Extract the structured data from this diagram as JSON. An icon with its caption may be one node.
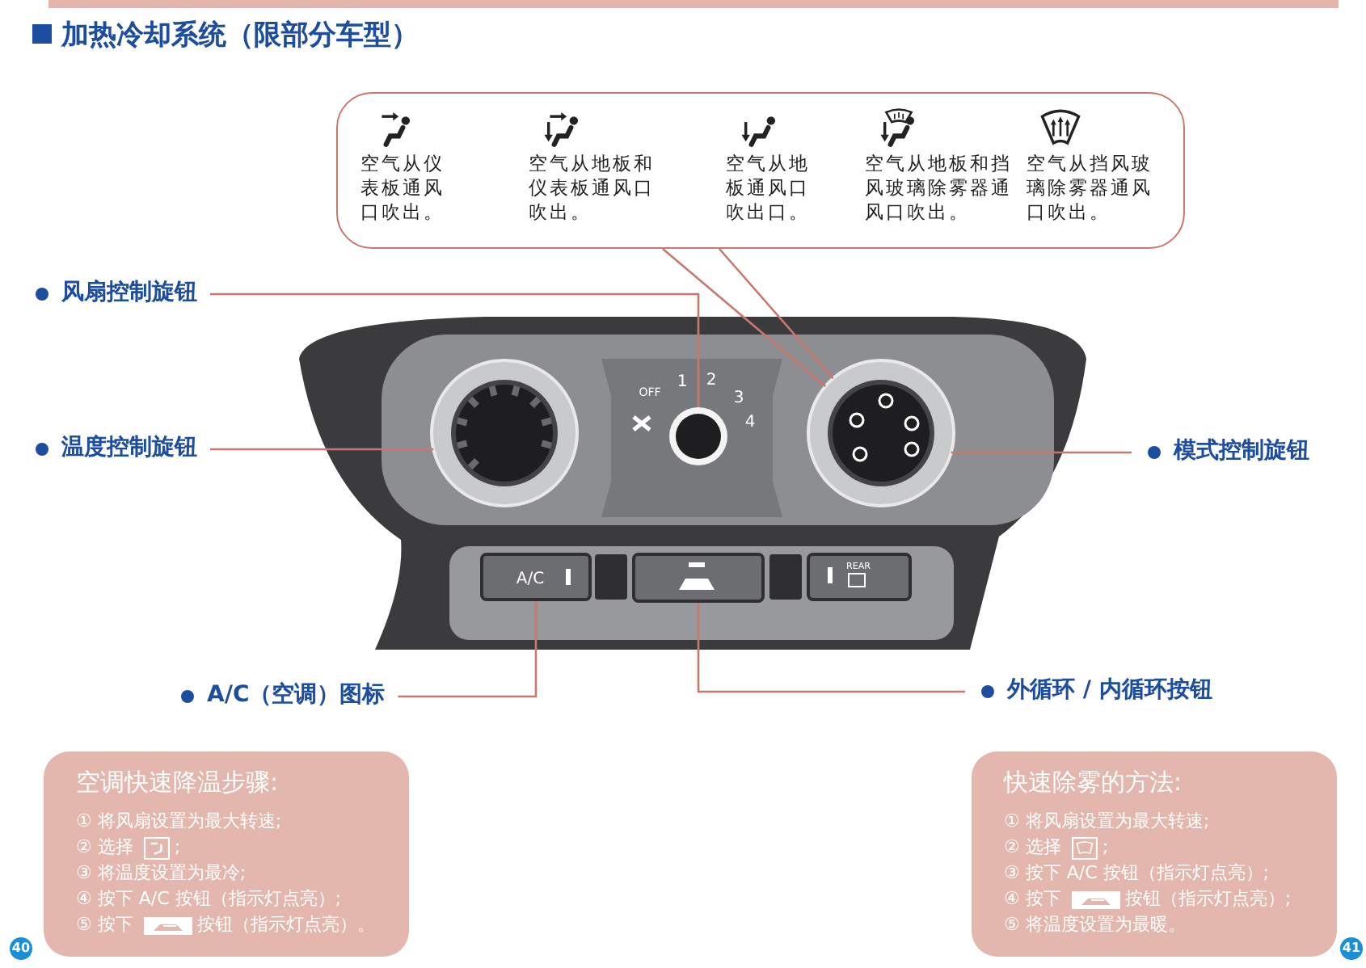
{
  "diagram": {
    "title": "加热冷却系统（限部分车型）",
    "nodes": [
      {
        "text": [],
        "shape": "box"
      },
      {
        "text": [
          "空气从仪表板通风口吹出。"
        ],
        "in": 0
      },
      {
        "text": [
          "空气从地板和仪表板通风口吹出。"
        ],
        "in": 0
      },
      {
        "text": [
          "空气从地板通风口吹出口。"
        ],
        "in": 0
      },
      {
        "text": [
          "空气从地板和挡风玻璃除雾器通风口吹出。"
        ],
        "in": 0
      },
      {
        "text": [
          "空气从挡风玻璃除雾器通风口吹出。"
        ],
        "in": 0
      },
      {
        "text": [
          "风扇控制旋钮"
        ]
      },
      {
        "text": [
          "温度控制旋钮"
        ]
      },
      {
        "text": [
          "模式控制旋钮"
        ]
      },
      {
        "text": [
          "A/C（空调）图标"
        ]
      },
      {
        "text": [
          "外循环 / 内循环按钮"
        ]
      },
      {
        "text": [],
        "shape": "circle"
      },
      {
        "text": [],
        "shape": "circle"
      },
      {
        "text": [],
        "shape": "circle"
      },
      {
        "text": [
          "A/C"
        ]
      },
      {
        "text": [],
        "shape": "box"
      },
      {
        "text": [
          "空调快速降温步骤:",
          "① 将风扇设置为最大转速;",
          "② 选择 ;",
          "③ 将温度设置为最冷;",
          "④ 按下 A/C 按钮（指示灯点亮）;",
          "⑤ 按下 按钮（指示灯点亮）。"
        ]
      },
      {
        "text": [
          "快速除雾的方法:",
          "① 将风扇设置为最大转速;",
          "② 选择 ;",
          "③ 按下 A/C 按钮（指示灯点亮）;",
          "④ 按下 按钮（指示灯点亮）;",
          "⑤ 将温度设置为最暖。"
        ]
      }
    ],
    "edges": [
      {
        "from": 0,
        "to": 13,
        "arrow": "none"
      },
      {
        "from": 6,
        "to": 12,
        "arrow": "none"
      },
      {
        "from": 7,
        "to": 11,
        "arrow": "none"
      },
      {
        "from": 8,
        "to": 13,
        "arrow": "none"
      },
      {
        "from": 9,
        "to": 14,
        "arrow": "none"
      },
      {
        "from": 10,
        "to": 15,
        "arrow": "none"
      }
    ],
    "labels": [
      "OFF",
      "1",
      "2",
      "3",
      "4",
      "REAR",
      "40",
      "41"
    ]
  }
}
